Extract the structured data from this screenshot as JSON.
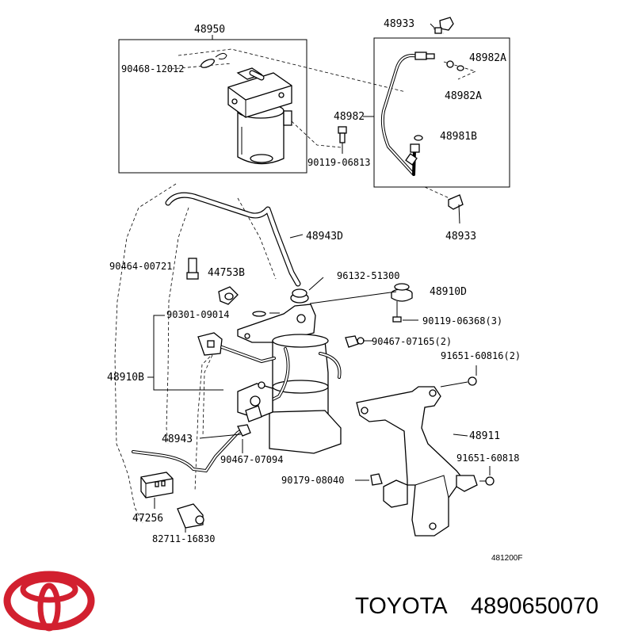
{
  "labels": {
    "l48950": "48950",
    "l90468": "90468-12012",
    "l48933a": "48933",
    "l48982A_1": "48982A",
    "l48982A_2": "48982A",
    "l48982": "48982",
    "l48981B": "48981B",
    "l90119_06813": "90119-06813",
    "l48933b": "48933",
    "l48943D": "48943D",
    "l90464": "90464-00721",
    "l44753B": "44753B",
    "l96132": "96132-51300",
    "l48910D": "48910D",
    "l90301": "90301-09014",
    "l90119_06368": "90119-06368(3)",
    "l90467_07165": "90467-07165(2)",
    "l91651_60816": "91651-60816(2)",
    "l48910B": "48910B",
    "l48911": "48911",
    "l48943": "48943",
    "l90467_07094": "90467-07094",
    "l91651_60818": "91651-60818",
    "l90179": "90179-08040",
    "l47256": "47256",
    "l82711": "82711-16830",
    "ref_code": "481200F"
  },
  "footer": {
    "brand": "TOYOTA",
    "part_number": "4890650070"
  },
  "colors": {
    "logo": "#d2202f",
    "ink": "#000000",
    "background": "#ffffff"
  }
}
